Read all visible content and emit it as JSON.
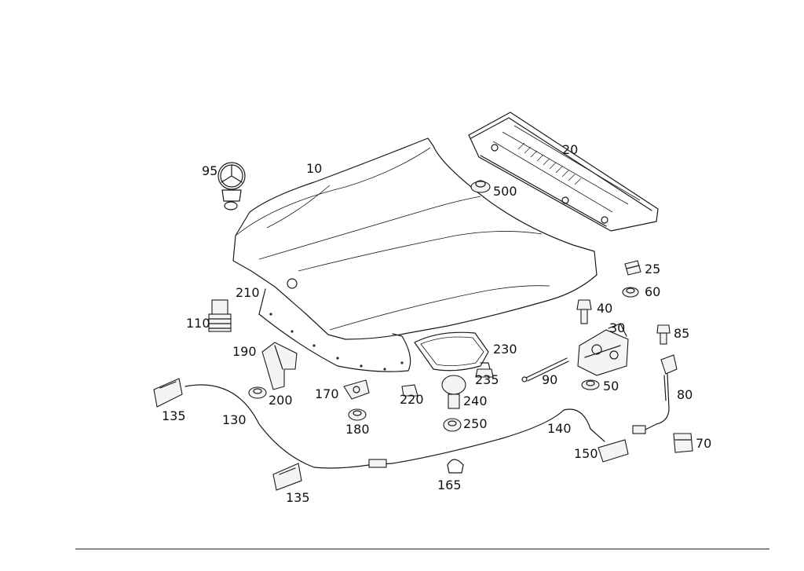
{
  "labels": {
    "l10": "10",
    "l20": "20",
    "l25": "25",
    "l30": "30",
    "l40": "40",
    "l60": "60",
    "l70": "70",
    "l80": "80",
    "l85": "85",
    "l90": "90",
    "l95": "95",
    "l110": "110",
    "l130": "130",
    "l135a": "135",
    "l135b": "135",
    "l140": "140",
    "l150": "150",
    "l165": "165",
    "l170": "170",
    "l180": "180",
    "l190": "190",
    "l200": "200",
    "l210": "210",
    "l220": "220",
    "l230": "230",
    "l235": "235",
    "l240": "240",
    "l250": "250",
    "l500": "500",
    "l50": "50"
  }
}
